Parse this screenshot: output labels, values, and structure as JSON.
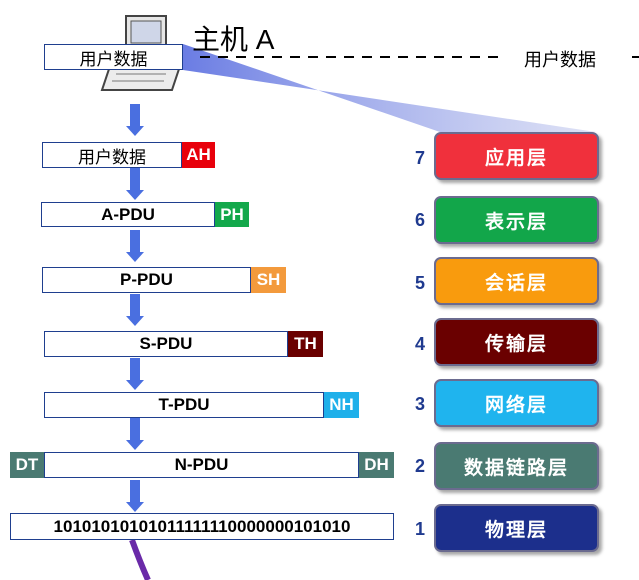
{
  "host": {
    "title": "主机 A"
  },
  "top": {
    "user_data_left": "用户数据",
    "user_data_right": "用户数据"
  },
  "pdus": [
    {
      "label": "用户数据",
      "header": "AH",
      "header_color": "#e8000b"
    },
    {
      "label": "A-PDU",
      "header": "PH",
      "header_color": "#13a84b"
    },
    {
      "label": "P-PDU",
      "header": "SH",
      "header_color": "#f39a3c"
    },
    {
      "label": "S-PDU",
      "header": "TH",
      "header_color": "#6a0000"
    },
    {
      "label": "T-PDU",
      "header": "NH",
      "header_color": "#1fb0ea"
    },
    {
      "label": "N-PDU",
      "header": "DH",
      "header_left": "DT",
      "header_color": "#4a7a72"
    }
  ],
  "bits": "10101010101011111110000000101010",
  "layers": [
    {
      "num": "7",
      "name": "应用层",
      "color": "#f0303c"
    },
    {
      "num": "6",
      "name": "表示层",
      "color": "#12a64a"
    },
    {
      "num": "5",
      "name": "会话层",
      "color": "#f99b0d"
    },
    {
      "num": "4",
      "name": "传输层",
      "color": "#6a0000"
    },
    {
      "num": "3",
      "name": "网络层",
      "color": "#1fb4ee"
    },
    {
      "num": "2",
      "name": "数据链路层",
      "color": "#4a7a72"
    },
    {
      "num": "1",
      "name": "物理层",
      "color": "#1c2f8c"
    }
  ]
}
